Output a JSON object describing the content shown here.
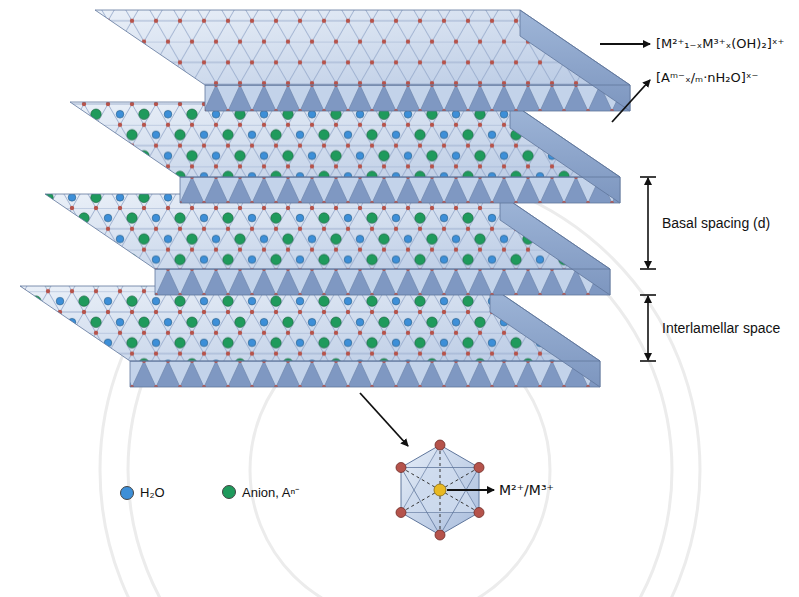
{
  "diagram": {
    "labels": [
      "[M²⁺₁₋ₓM³⁺ₓ(OH)₂]ˣ⁺",
      "[Aᵐ⁻ₓ/ₘ·nH₂O]ˣ⁻",
      "Basal spacing (d)",
      "Interlamellar space",
      "M²⁺/M³⁺"
    ],
    "legend": [
      {
        "text": "H₂O",
        "color": "#3d8fd8"
      },
      {
        "text": "Anion, Aⁿ⁻",
        "color": "#1f9a5c"
      }
    ]
  }
}
